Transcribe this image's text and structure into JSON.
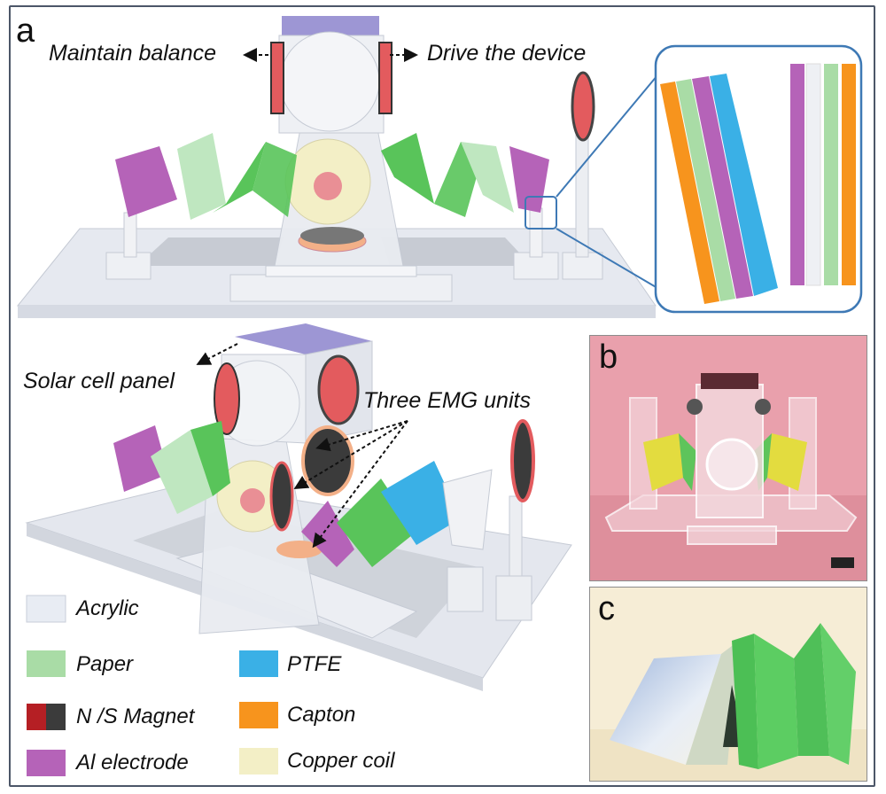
{
  "panels": {
    "a": "a",
    "b": "b",
    "c": "c"
  },
  "annotations": {
    "maintain_balance": "Maintain balance",
    "drive_device": "Drive the device",
    "solar_cell_panel": "Solar cell panel",
    "three_emg_units": "Three EMG units"
  },
  "legend": [
    {
      "label": "Acrylic",
      "color": "#e8ecf3"
    },
    {
      "label": "Paper",
      "color": "#a9dca6"
    },
    {
      "label": "N /S Magnet",
      "color": "#b51f24",
      "color2": "#3b3b3b"
    },
    {
      "label": "Al electrode",
      "color": "#b563b8"
    },
    {
      "label": "PTFE",
      "color": "#3ab0e6"
    },
    {
      "label": "Capton",
      "color": "#f7941d"
    },
    {
      "label": "Copper coil",
      "color": "#f3efc6"
    }
  ],
  "colors": {
    "frame": "#4c5668",
    "inset_border": "#3e79b5",
    "solar": "#9d96d4",
    "green": "#59c45a",
    "pink": "#e35b5e"
  }
}
